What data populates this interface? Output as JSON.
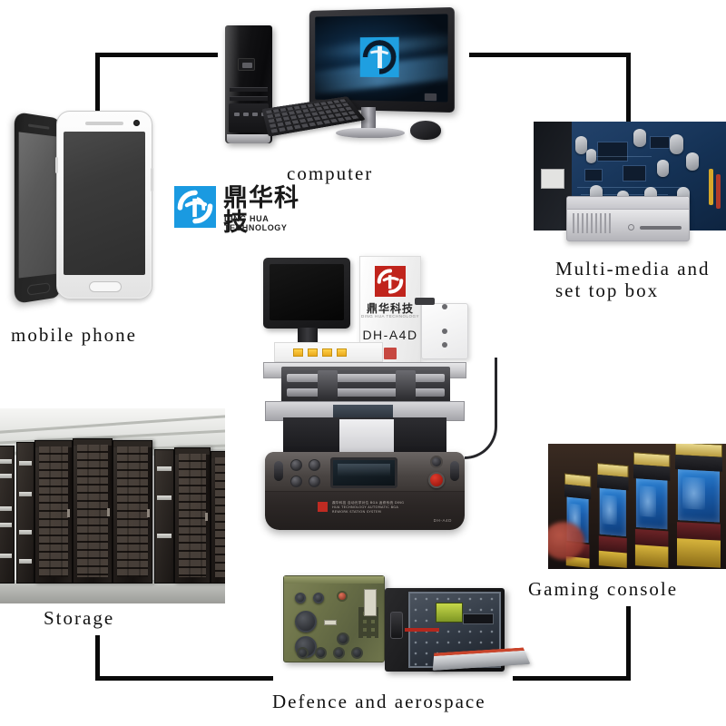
{
  "diagram": {
    "type": "application-fields-diagram",
    "center": {
      "machine": {
        "brand_cn": "鼎华科技",
        "brand_en": "DING HUA TECHNOLOGY",
        "model": "DH-A4D",
        "panel_text": "鼎华科技 自动光学对位 BGA 返修系统\nDING HUA TECHNOLOGY AUTOMATIC\nBGA REWORK STATION SYSTEM",
        "panel_model_tag": "DH-A4D"
      }
    },
    "logo": {
      "mark_color": "#1a9ae1",
      "name_cn": "鼎华科技",
      "name_en": "DING HUA TECHNOLOGY"
    },
    "nodes": [
      {
        "id": "mobile-phone",
        "label": "mobile phone",
        "position": "left-top"
      },
      {
        "id": "computer",
        "label": "computer",
        "position": "top-center"
      },
      {
        "id": "multimedia",
        "label": "Multi-media and set top box",
        "label_line1": "Multi-media and",
        "label_line2": "set top box",
        "position": "right-top"
      },
      {
        "id": "storage",
        "label": "Storage",
        "position": "left-bottom"
      },
      {
        "id": "gaming-console",
        "label": "Gaming console",
        "position": "right-bottom"
      },
      {
        "id": "defence",
        "label": "Defence and aerospace",
        "position": "bottom-center"
      }
    ],
    "connectors": [
      {
        "from": "mobile-phone",
        "to": "computer",
        "shape": "elbow-up-right"
      },
      {
        "from": "computer",
        "to": "multimedia",
        "shape": "elbow-right-down"
      },
      {
        "from": "storage",
        "to": "defence",
        "shape": "elbow-down-right"
      },
      {
        "from": "defence",
        "to": "gaming-console",
        "shape": "elbow-right-up"
      }
    ],
    "colors": {
      "line": "#0a0a0a",
      "brand_blue": "#1a9ae1",
      "brand_red": "#bf2b22",
      "background": "#ffffff"
    }
  }
}
